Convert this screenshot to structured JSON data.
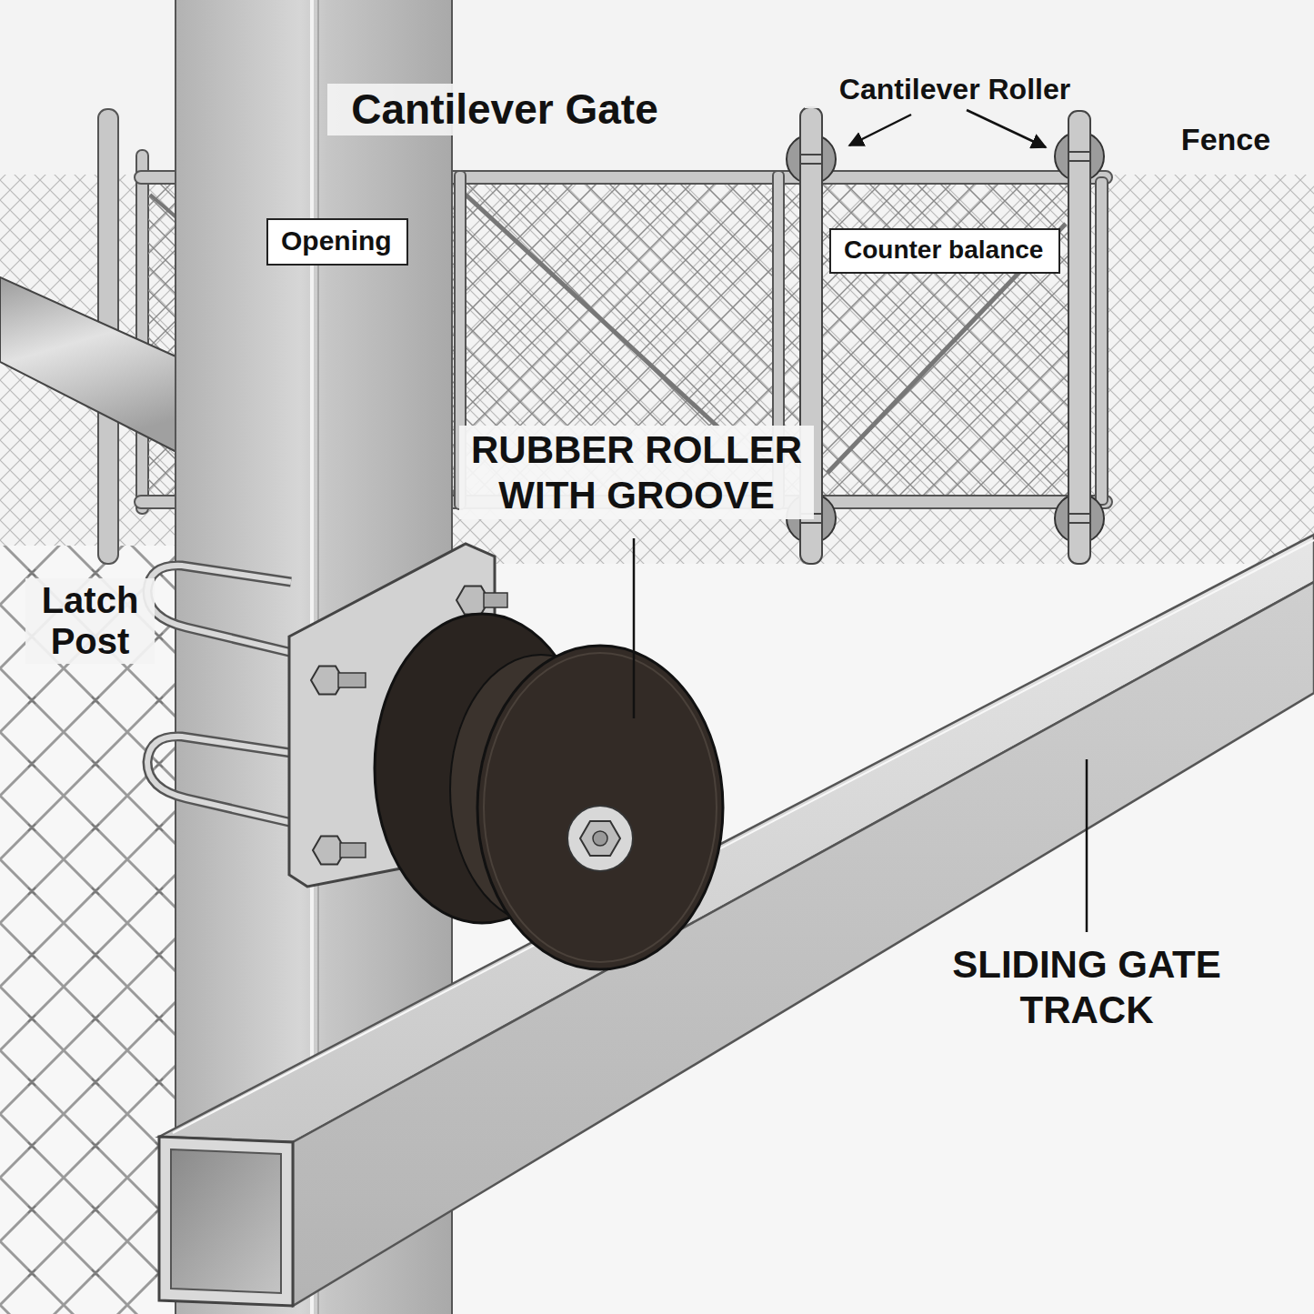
{
  "diagram": {
    "nodes": [
      {
        "text": [
          "Opening"
        ]
      },
      {
        "text": [
          "Counter balance"
        ]
      }
    ],
    "labels": [
      "Cantilever Gate",
      "Cantilever Roller",
      "Fence",
      "Latch Post",
      "RUBBER ROLLER WITH GROOVE",
      "SLIDING GATE TRACK"
    ]
  }
}
